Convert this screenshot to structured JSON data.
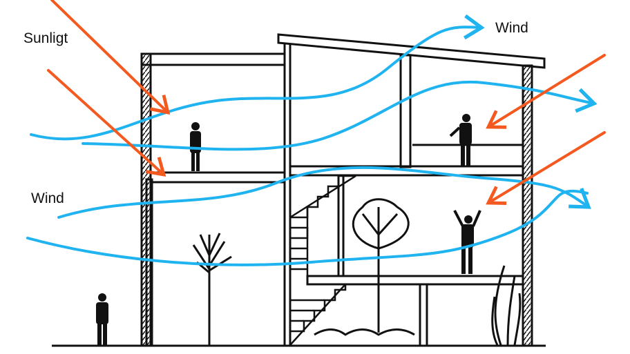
{
  "labels": {
    "sunlight": "Sunligt",
    "wind_top": "Wind",
    "wind_left": "Wind"
  },
  "colors": {
    "wind": "#1fb3f0",
    "sun": "#f4591f",
    "line": "#111111"
  },
  "icons": [
    "person-icon",
    "tree-icon",
    "plant-icon",
    "stairs-icon"
  ]
}
